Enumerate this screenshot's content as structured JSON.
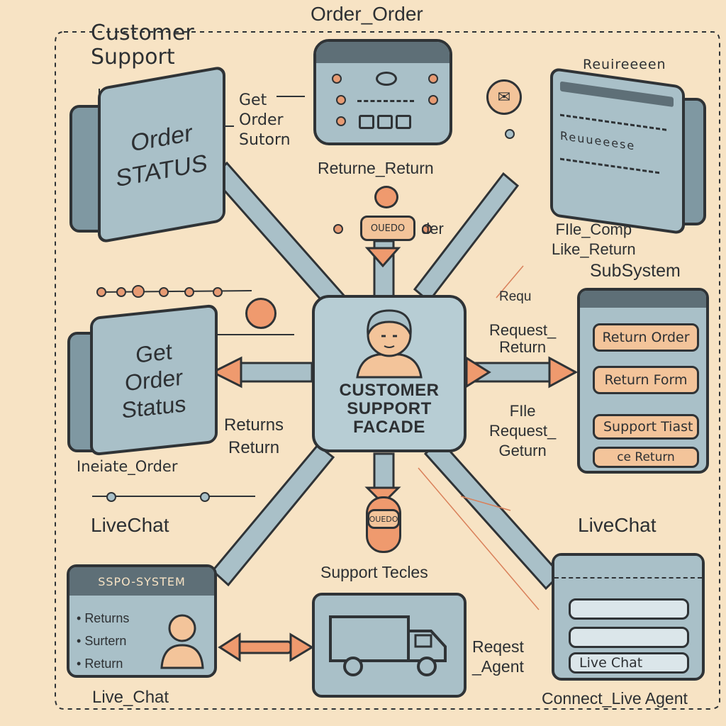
{
  "diagram": {
    "top_title": "Order_Order",
    "customer_support": "Customer\nSupport",
    "order_status_block": "Order\nSTATUS",
    "get_order_status_block": "Get\nOrder\nStatus",
    "get_order_sutorn": "Get\nOrder\nSutorn",
    "returne_return": "Returne_Return",
    "order_pill_suffix": "der",
    "order_pill_text": "OUEDO",
    "top_right_label": "Reuireeeen",
    "top_right_screen_text": "Reuueeese",
    "file_comp": "FIle_Comp\nLike_Return",
    "subsystem": "SubSystem",
    "requ": "Requ",
    "request_return": "Request_\nReturn",
    "facade": "CUSTOMER\nSUPPORT\nFACADE",
    "returns_return": "Returns\nReturn",
    "file_request_geturn": "FIle\nRequest_\nGeturn",
    "ineiate_order": "Ineiate_Order",
    "subsystem_buttons": [
      "Return Order",
      "Return Form",
      "Support Tiast",
      "ce Return"
    ],
    "livechat_left": "LiveChat",
    "livechat_right": "LiveChat",
    "support_tecles": "Support Tecles",
    "bottom_pill": "OUEDO",
    "ssp_system": "SSPO-SYSTEM",
    "left_list": [
      "Returns",
      "Surtern",
      "Return"
    ],
    "live_chat_caption": "Live_Chat",
    "request_agent": "Reqest\n_Agent",
    "connect_live_agent": "Connect_Live Agent",
    "right_chat_items": [
      "",
      "",
      "Live Chat"
    ],
    "colors": {
      "background": "#f7e3c4",
      "block": "#a9c0c8",
      "block_side": "#7f98a2",
      "accent": "#ef9a6e",
      "outline": "#2f3336"
    }
  }
}
